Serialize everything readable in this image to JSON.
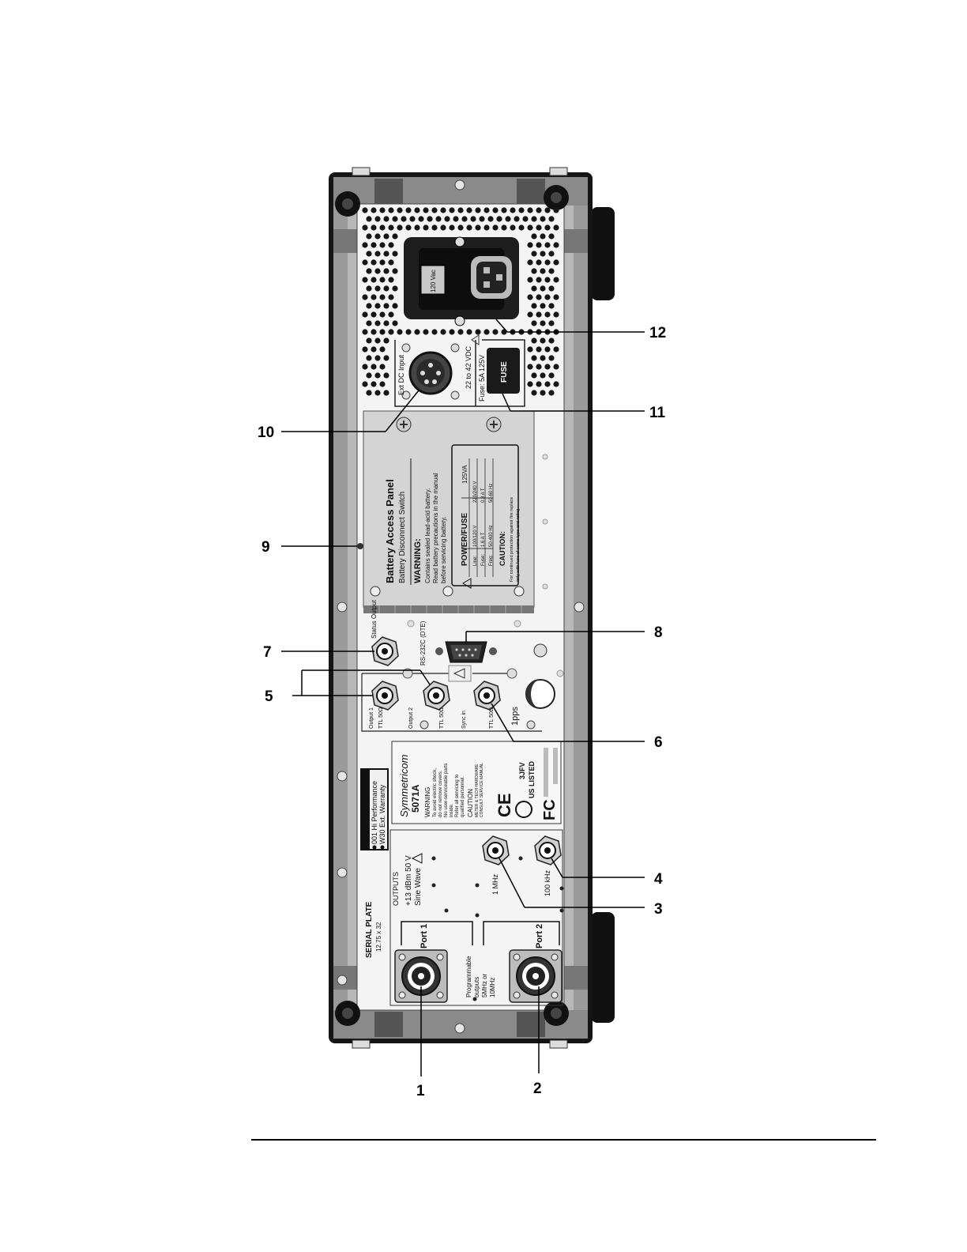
{
  "callouts": {
    "c1": "1",
    "c2": "2",
    "c3": "3",
    "c4": "4",
    "c5": "5",
    "c6": "6",
    "c7": "7",
    "c8": "8",
    "c9": "9",
    "c10": "10",
    "c11": "11",
    "c12": "12"
  },
  "power_module": {
    "voltage_switch": "120 Vac"
  },
  "dc_input": {
    "label": "Ext DC Input",
    "range": "22 to 42 VDC",
    "fuse_rating": "Fuse: 5A 125V",
    "fuse_label": "FUSE"
  },
  "battery_panel": {
    "title": "Battery Access Panel",
    "subtitle": "Battery Disconnect Switch",
    "warning_title": "WARNING:",
    "warning_lines": [
      "Contains sealed lead-acid battery.",
      "Read battery precautions in the manual",
      "before servicing battery."
    ],
    "power_fuse_title": "POWER/FUSE",
    "power_fuse_va": "125VA",
    "rows": [
      {
        "label": "Line:",
        "v1": "100/120 V",
        "v2": "220/240 V"
      },
      {
        "label": "Fuse:",
        "v1": "1.6 A T",
        "v2": "0.8 A T"
      },
      {
        "label": "Freq:",
        "v1": "50-400 Hz",
        "v2": "50-60 Hz"
      }
    ],
    "caution_title": "CAUTION:",
    "caution_lines": [
      "For continued protection against fire replace",
      "only with fuse of same type and rating."
    ]
  },
  "io": {
    "status_output": "Status Output",
    "rs232": "RS-232C (DTE)",
    "output1": "Output 1",
    "output2": "Output 2",
    "sync_in": "Sync in",
    "ttl_50": "TTL 50Ω",
    "pps": "1pps"
  },
  "brand_plate": {
    "brand": "Symmetricom",
    "model": "5071A",
    "warning_title": "WARNING",
    "warning_lines": [
      "To avoid electric shock,",
      "do not remove covers.",
      "No user-serviceable parts",
      "inside.",
      "Refer all servicing to",
      "qualified personnel."
    ],
    "caution_title": "CAUTION",
    "caution_lines": [
      "METER & TECH HARDWARE",
      "CONSULT SERVICE MANUAL"
    ],
    "ce": "CE",
    "ul_listed": "US LISTED",
    "ul_code": "3JFV",
    "fc": "FC"
  },
  "options_label": {
    "line1": "001 Hi Performance",
    "line2": "W30 Ext. Warranty"
  },
  "serial_plate": {
    "title": "SERIAL PLATE",
    "size": "12.75 x 32"
  },
  "outputs": {
    "title": "OUTPUTS",
    "spec1": "+13 dBm 50 V",
    "spec2": "Sine Wave",
    "freq_1mhz": "1 MHz",
    "freq_100khz": "100 kHz",
    "port1": "Port 1",
    "port2": "Port 2",
    "programmable": [
      "Programmable",
      "outputs",
      "5MHz or",
      "10MHz"
    ]
  }
}
